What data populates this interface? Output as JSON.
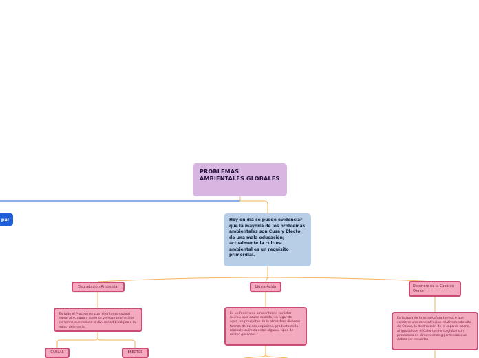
{
  "root": {
    "title": "PROBLEMAS AMBIENTALES GLOBALES"
  },
  "left_node": {
    "label": "pal"
  },
  "main": {
    "text": "Hoy en día se puede evidenciar que la mayoría de los problemas ambientales son Cusa y Efecto de una mala educación; actualmente la cultura ambiental es un requisito primordial."
  },
  "branches": [
    {
      "label": "Degradación Ambiental",
      "description": "Es todo el Proceso en cual el entorno natural como aire, agua y suelo se ven comprometidos de forma que reduce la diversidad biológica o la salud del medio.",
      "children": [
        "CAUSAS",
        "EFECTOS"
      ]
    },
    {
      "label": "Lluvia Ácida",
      "description": "Es un fenómeno ambiental de carácter nocivo, que ocurre cuando, en lugar de agua, se precipitan de la atmósfera diversas formas de ácidos orgánicos, producto de la reacción química entre algunos tipos de óxidos gaseosos."
    },
    {
      "label": "Deterioro de la Capa de Ozono",
      "description": "Es la zona de la estratosfera terrestre que contiene una concentración relativamente alta de Ozono, la destrucción de la capa de ozono, al Igualal que el Calentamiento global son problemas de dimensiones gigantescas que deben ser resueltos."
    }
  ],
  "colors": {
    "root_fill": "#d7b6e2",
    "main_fill": "#b8cde6",
    "topic_fill": "#f3a9be",
    "topic_border": "#c94c74",
    "connector": "#f5b25c",
    "left_link": "#1f5fd8"
  }
}
